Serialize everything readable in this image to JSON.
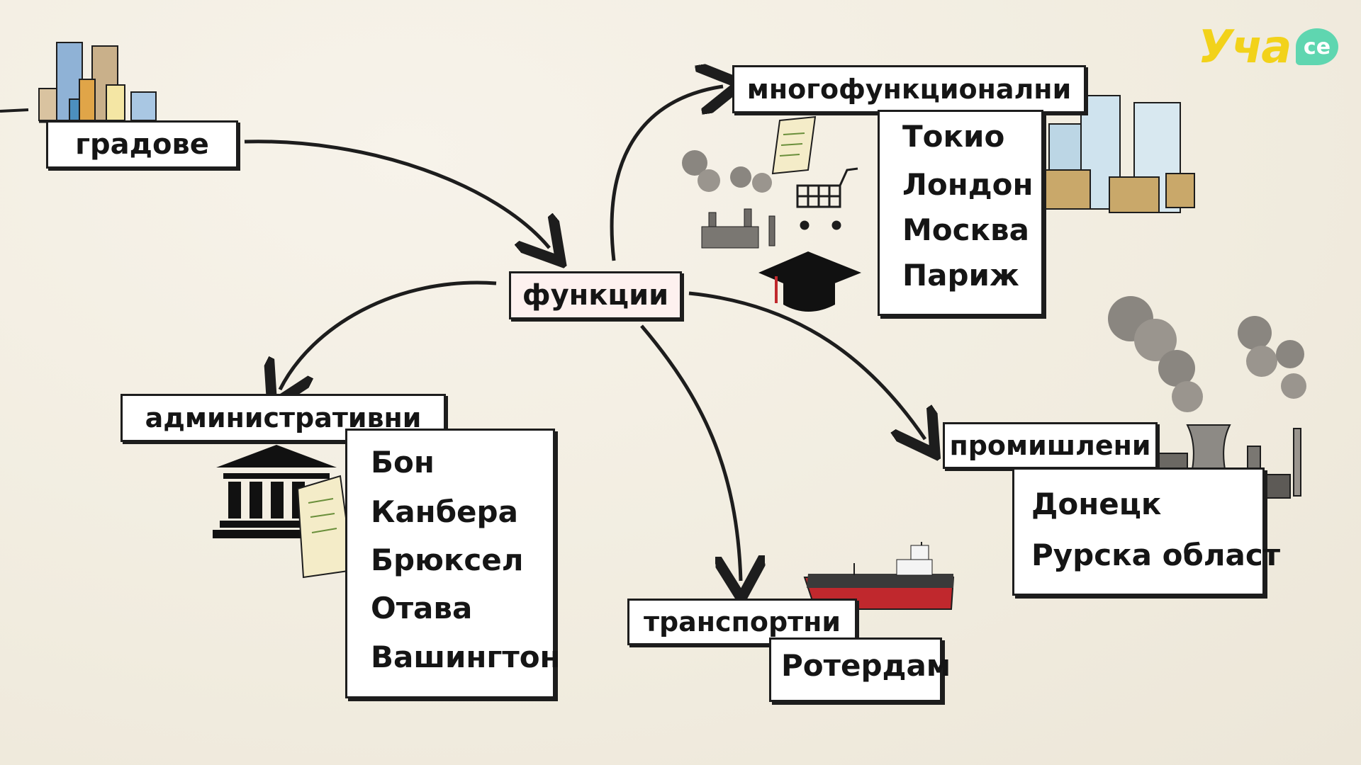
{
  "logo": {
    "text": "Уча",
    "bubble": "се"
  },
  "nodes": {
    "cities": "градове",
    "functions": "функции",
    "multifunctional": "многофункционални",
    "administrative": "административни",
    "transport": "транспортни",
    "industrial": "промишлени"
  },
  "lists": {
    "multifunctional": [
      "Токио",
      "Лондон",
      "Москва",
      "Париж"
    ],
    "administrative": [
      "Бон",
      "Канбера",
      "Брюксел",
      "Отава",
      "Вашингтон"
    ],
    "transport": [
      "Ротердам"
    ],
    "industrial": [
      "Донецк",
      "Рурска област"
    ]
  },
  "colors": {
    "background": "#f3efe4",
    "ink": "#1d1d1d",
    "logo_yellow": "#f2d21a",
    "logo_green": "#5fd6b0"
  },
  "icons": [
    "city-skyline-icon",
    "factory-icon",
    "scroll-icon",
    "shopping-cart-icon",
    "graduation-cap-icon",
    "skyscrapers-icon",
    "government-building-icon",
    "cargo-ship-icon",
    "power-plant-icon"
  ]
}
